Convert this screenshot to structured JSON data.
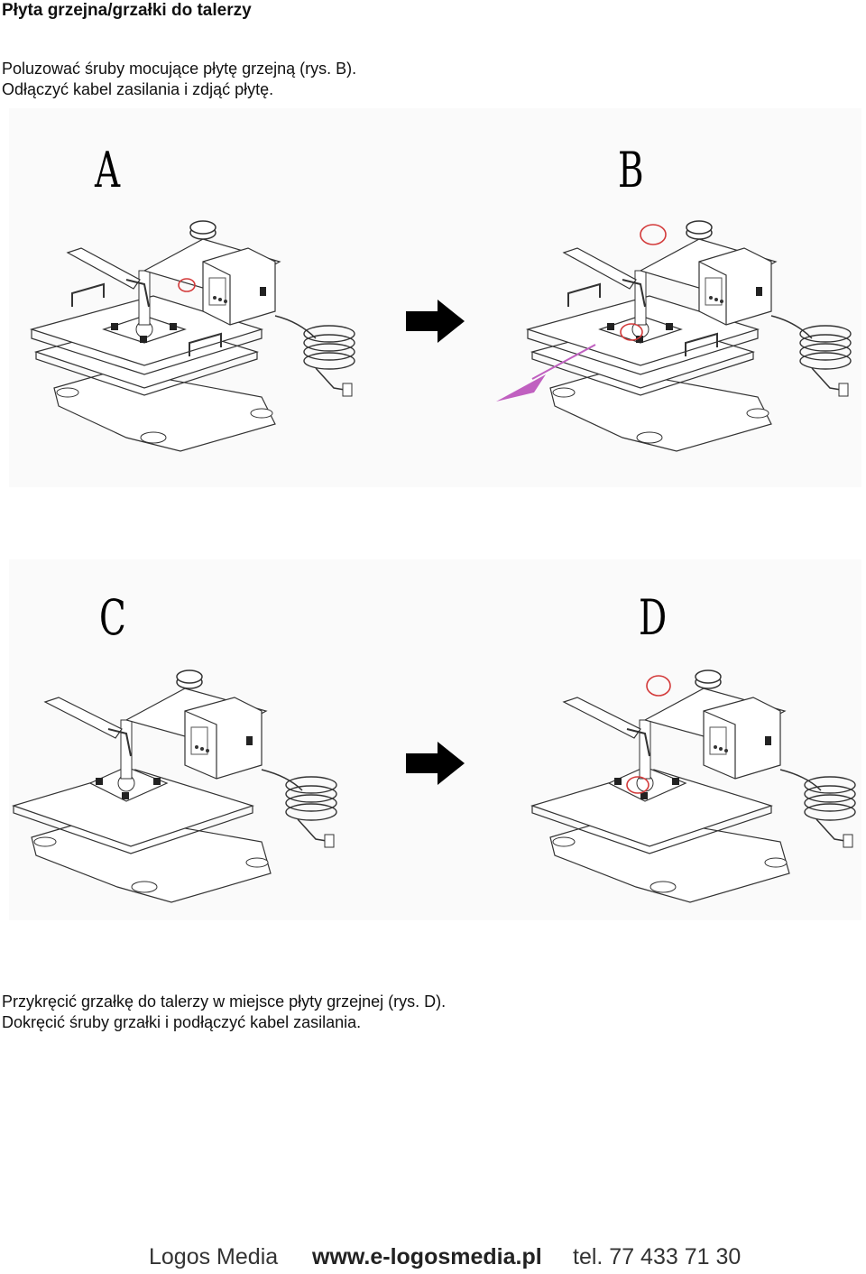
{
  "page": {
    "title": "Płyta grzejna/grzałki do talerzy",
    "intro": {
      "line1": "Poluzować śruby mocujące płytę grzejną (rys. B).",
      "line2": "Odłączyć kabel zasilania i zdjąć płytę."
    },
    "figures": {
      "a": "A",
      "b": "B",
      "c": "C",
      "d": "D"
    },
    "outro": {
      "line1": "Przykręcić grzałkę do talerzy w miejsce płyty grzejnej (rys. D).",
      "line2": "Dokręcić śruby grzałki i podłączyć kabel zasilania."
    },
    "footer": {
      "company": "Logos Media",
      "website": "www.e-logosmedia.pl",
      "phone": "tel. 77 433 71 30"
    }
  },
  "colors": {
    "highlight_circle": "#d33a3a",
    "removal_arrow": "#c060c0",
    "step_arrow": "#000000"
  },
  "icons": {
    "step_arrow": "arrow-right-icon",
    "removal_arrow": "arrow-down-left-icon"
  }
}
